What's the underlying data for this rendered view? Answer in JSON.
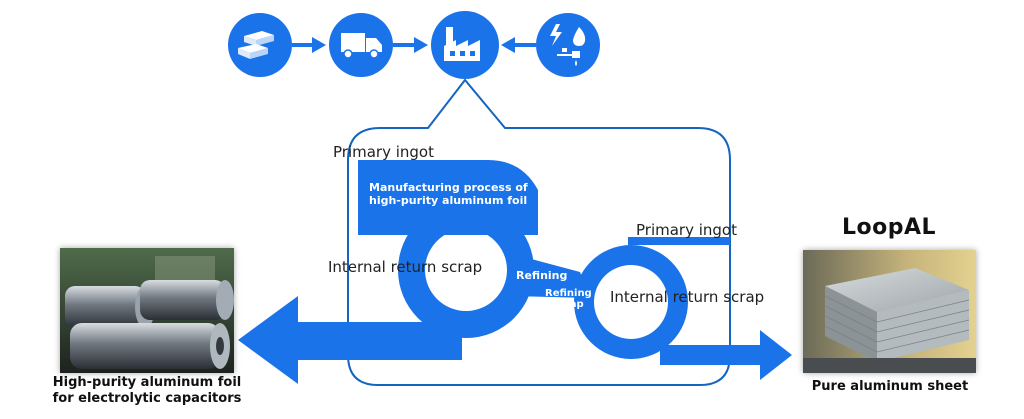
{
  "colors": {
    "accent": "#1a73e8",
    "frame": "#1565c0",
    "text": "#222222"
  },
  "top_flow": {
    "icons": [
      {
        "name": "ingot-icon"
      },
      {
        "name": "truck-icon"
      },
      {
        "name": "factory-icon"
      },
      {
        "name": "energy-water-icon"
      }
    ]
  },
  "labels": {
    "primary_ingot_left": "Primary ingot",
    "primary_ingot_right": "Primary ingot",
    "process_line1": "Manufacturing process of",
    "process_line2": "high-purity aluminum foil",
    "internal_scrap_left": "Internal return scrap",
    "internal_scrap_right": "Internal return scrap",
    "refining": "Refining",
    "refining_scrap_line1": "Refining",
    "refining_scrap_line2": "scrap"
  },
  "products": {
    "left_line1": "High-purity aluminum foil",
    "left_line2": "for electrolytic capacitors",
    "right_brand": "LoopAL",
    "right_caption": "Pure aluminum sheet"
  }
}
